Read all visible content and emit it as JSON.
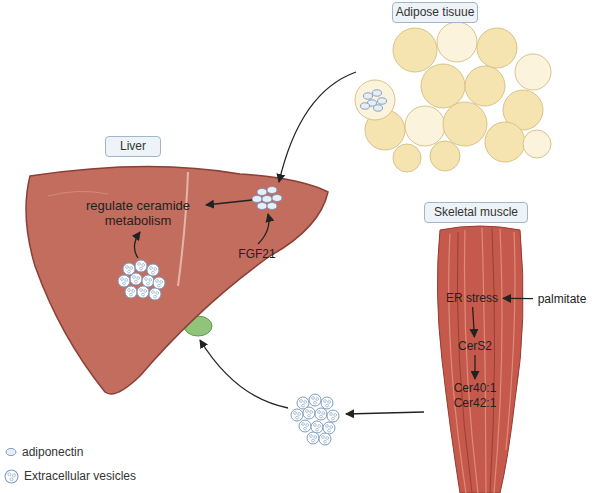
{
  "diagram": {
    "nodes": [
      {
        "text": [
          "Liver"
        ]
      },
      {
        "text": [
          "regulate ceramide metabolism"
        ],
        "in": 0
      },
      {
        "text": [
          "FGF21"
        ],
        "in": 0
      },
      {
        "text": [
          "Adipose tisuue"
        ]
      },
      {
        "text": [
          "Skeletal muscle"
        ]
      },
      {
        "text": [
          "ER stress"
        ],
        "in": 4
      },
      {
        "text": [
          "CerS2"
        ],
        "in": 4
      },
      {
        "text": [
          "Cer40:1 Cer42:1"
        ],
        "in": 4
      },
      {
        "text": [
          "palmitate"
        ]
      }
    ],
    "edges": [
      {
        "from": 8,
        "to": 5,
        "arrow": "to"
      },
      {
        "from": 5,
        "to": 6,
        "arrow": "to"
      },
      {
        "from": 6,
        "to": 7,
        "arrow": "to"
      }
    ],
    "legend": [
      {
        "text": "adiponectin"
      },
      {
        "text": "Extracellular vesicles"
      }
    ]
  }
}
